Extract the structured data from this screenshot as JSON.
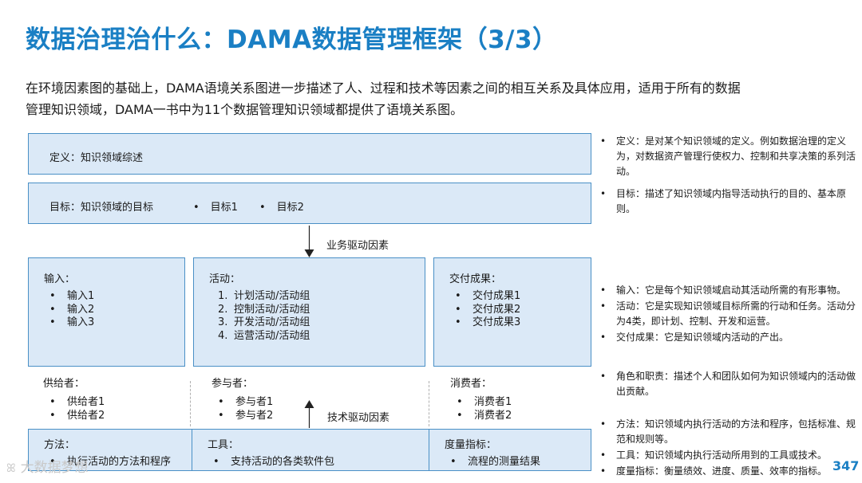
{
  "title": "数据治理治什么：DAMA数据管理框架（3/3）",
  "intro": [
    "在环境因素图的基础上，DAMA语境关系图进一步描述了人、过程和技术等因素之间的相互关系及具体应用，适用于所有的数据",
    "管理知识领域，DAMA一书中为11个数据管理知识领域都提供了语境关系图。"
  ],
  "diagram": {
    "definition": "定义：知识领域综述",
    "goal": {
      "label": "目标：知识领域的目标",
      "items": [
        "目标1",
        "目标2"
      ]
    },
    "business_driver": "业务驱动因素",
    "tech_driver": "技术驱动因素",
    "inputs": {
      "head": "输入：",
      "items": [
        "输入1",
        "输入2",
        "输入3"
      ]
    },
    "activities": {
      "head": "活动：",
      "items": [
        {
          "num": "1.",
          "text": "计划活动/活动组"
        },
        {
          "num": "2.",
          "text": "控制活动/活动组"
        },
        {
          "num": "3.",
          "text": "开发活动/活动组"
        },
        {
          "num": "4.",
          "text": "运营活动/活动组"
        }
      ]
    },
    "deliverables": {
      "head": "交付成果：",
      "items": [
        "交付成果1",
        "交付成果2",
        "交付成果3"
      ]
    },
    "suppliers": {
      "head": "供给者：",
      "items": [
        "供给者1",
        "供给者2"
      ]
    },
    "participants": {
      "head": "参与者：",
      "items": [
        "参与者1",
        "参与者2"
      ]
    },
    "consumers": {
      "head": "消费者：",
      "items": [
        "消费者1",
        "消费者2"
      ]
    },
    "methods": {
      "head": "方法：",
      "item": "执行活动的方法和程序"
    },
    "tools": {
      "head": "工具：",
      "item": "支持活动的各类软件包"
    },
    "metrics": {
      "head": "度量指标：",
      "item": "流程的测量结果"
    }
  },
  "notes": {
    "definition": "定义：是对某个知识领域的定义。例如数据治理的定义为，对数据资产管理行使权力、控制和共享决策的系列活动。",
    "goal": "目标：描述了知识领域内指导活动执行的目的、基本原则。",
    "input": "输入：它是每个知识领域启动其活动所需的有形事物。",
    "activity": "活动：它是实现知识领域目标所需的行动和任务。活动分为4类，即计划、控制、开发和运营。",
    "deliverable": "交付成果：它是知识领域内活动的产出。",
    "roles": "角色和职责：描述个人和团队如何为知识领域内的活动做出贡献。",
    "method": "方法：知识领域内执行活动的方法和程序，包括标准、规范和规则等。",
    "tool": "工具：知识领域内执行活动所用到的工具或技术。",
    "metric": "度量指标：衡量绩效、进度、质量、效率的指标。"
  },
  "watermark": "大数据梦想",
  "page_number": "347",
  "colors": {
    "title": "#1a7fc4",
    "box_fill": "#dbe9f7",
    "box_border": "#4a90c6"
  }
}
